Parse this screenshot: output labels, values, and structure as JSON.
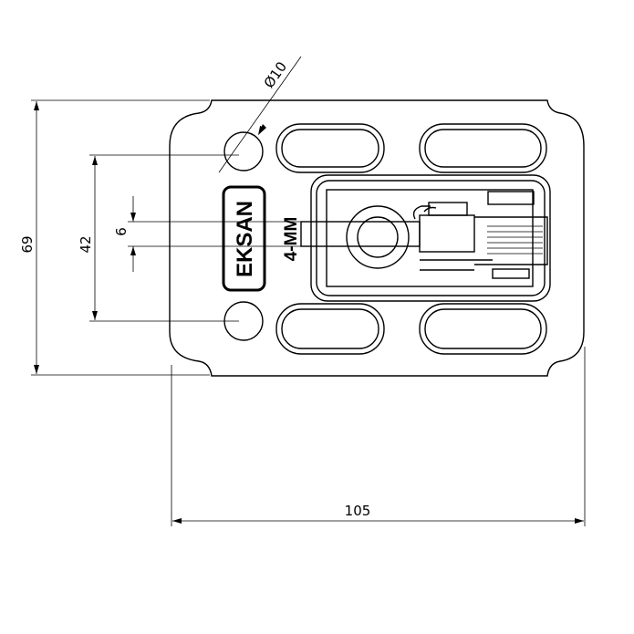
{
  "drawing": {
    "dimensions": {
      "overall_width": "105",
      "overall_height": "69",
      "hole_spacing": "42",
      "strip_width": "6",
      "hole_diameter": "Ø10"
    },
    "part_markings": {
      "brand": "EKSAN",
      "size": "4-MM"
    },
    "line_color": "#000000"
  }
}
